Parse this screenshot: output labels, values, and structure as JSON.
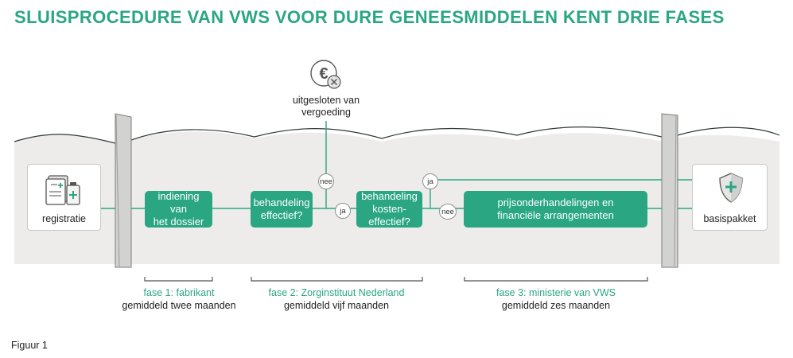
{
  "title": "SLUISPROCEDURE VAN VWS VOOR DURE GENEESMIDDELEN KENT DRIE FASES",
  "start": {
    "label": "registratie",
    "icon": "medicine-documents-icon"
  },
  "end": {
    "label": "basispakket",
    "icon": "shield-cross-icon"
  },
  "excluded": {
    "label": "uitgesloten van\nvergoeding",
    "icon": "euro-crossed-icon"
  },
  "steps": [
    {
      "label": "indiening van\nhet dossier"
    },
    {
      "label": "behandeling\neffectief?"
    },
    {
      "label": "behandeling\nkosten-\neffectief?"
    },
    {
      "label": "prijsonderhandelingen en\nfinanciële arrangementen"
    }
  ],
  "badges": {
    "nee": "nee",
    "ja": "ja"
  },
  "phases": [
    {
      "name": "fase 1: fabrikant",
      "duration": "gemiddeld twee maanden"
    },
    {
      "name": "fase 2: Zorginstituut Nederland",
      "duration": "gemiddeld vijf maanden"
    },
    {
      "name": "fase 3: ministerie van VWS",
      "duration": "gemiddeld zes maanden"
    }
  ],
  "caption": "Figuur 1",
  "colors": {
    "accent": "#2aa683",
    "water": "#edecea",
    "gate": "#d2d2d0"
  }
}
